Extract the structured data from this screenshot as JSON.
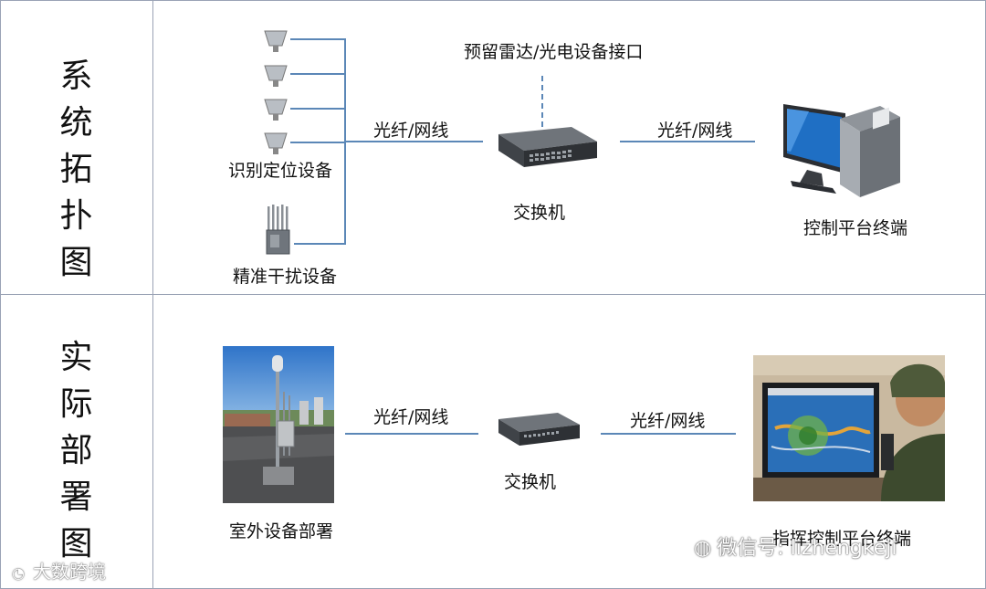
{
  "sections": {
    "topology": {
      "title": "系\n统\n拓\n扑\n图"
    },
    "deployment": {
      "title": "实\n际\n部\n署\n图"
    }
  },
  "topology": {
    "identify_label": "识别定位设备",
    "jammer_label": "精准干扰设备",
    "link1_label": "光纤/网线",
    "link2_label": "光纤/网线",
    "switch_label": "交换机",
    "reserved_label": "预留雷达/光电设备接口",
    "control_label": "控制平台终端"
  },
  "deployment": {
    "outdoor_label": "室外设备部署",
    "link1_label": "光纤/网线",
    "link2_label": "光纤/网线",
    "switch_label": "交换机",
    "command_label": "指挥控制平台终端"
  },
  "watermarks": {
    "left": "大数跨境",
    "right": "微信号: lizhengkeji"
  },
  "colors": {
    "line": "#5b87b7",
    "border": "#9aa3b5",
    "monitor_screen": "#1f6fc4"
  }
}
